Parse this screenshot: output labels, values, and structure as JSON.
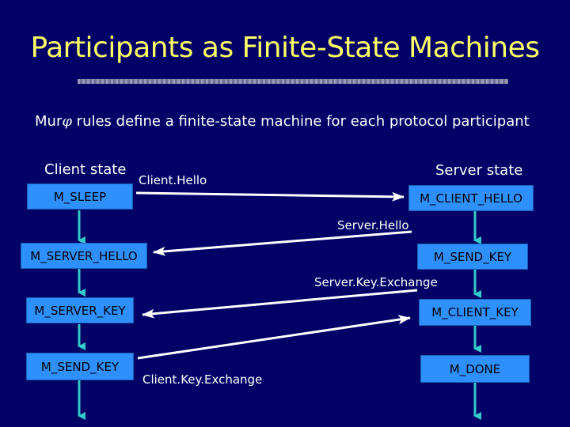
{
  "slide": {
    "title": "Participants as Finite-State Machines",
    "subtitle_prefix": "Mur",
    "subtitle_symbol": "φ",
    "subtitle_rest": " rules define a finite-state machine for each protocol participant"
  },
  "diagram": {
    "client_heading": "Client state",
    "server_heading": "Server state",
    "client_states": [
      "M_SLEEP",
      "M_SERVER_HELLO",
      "M_SERVER_KEY",
      "M_SEND_KEY"
    ],
    "server_states": [
      "M_CLIENT_HELLO",
      "M_SEND_KEY",
      "M_CLIENT_KEY",
      "M_DONE"
    ],
    "messages": [
      "Client.Hello",
      "Server.Hello",
      "Server.Key.Exchange",
      "Client.Key.Exchange"
    ],
    "colors": {
      "background": "#000066",
      "title": "#ffff66",
      "state_box": "#2e8fff",
      "transition_arrow": "#33cccc",
      "message_arrow": "#ffffff"
    }
  }
}
